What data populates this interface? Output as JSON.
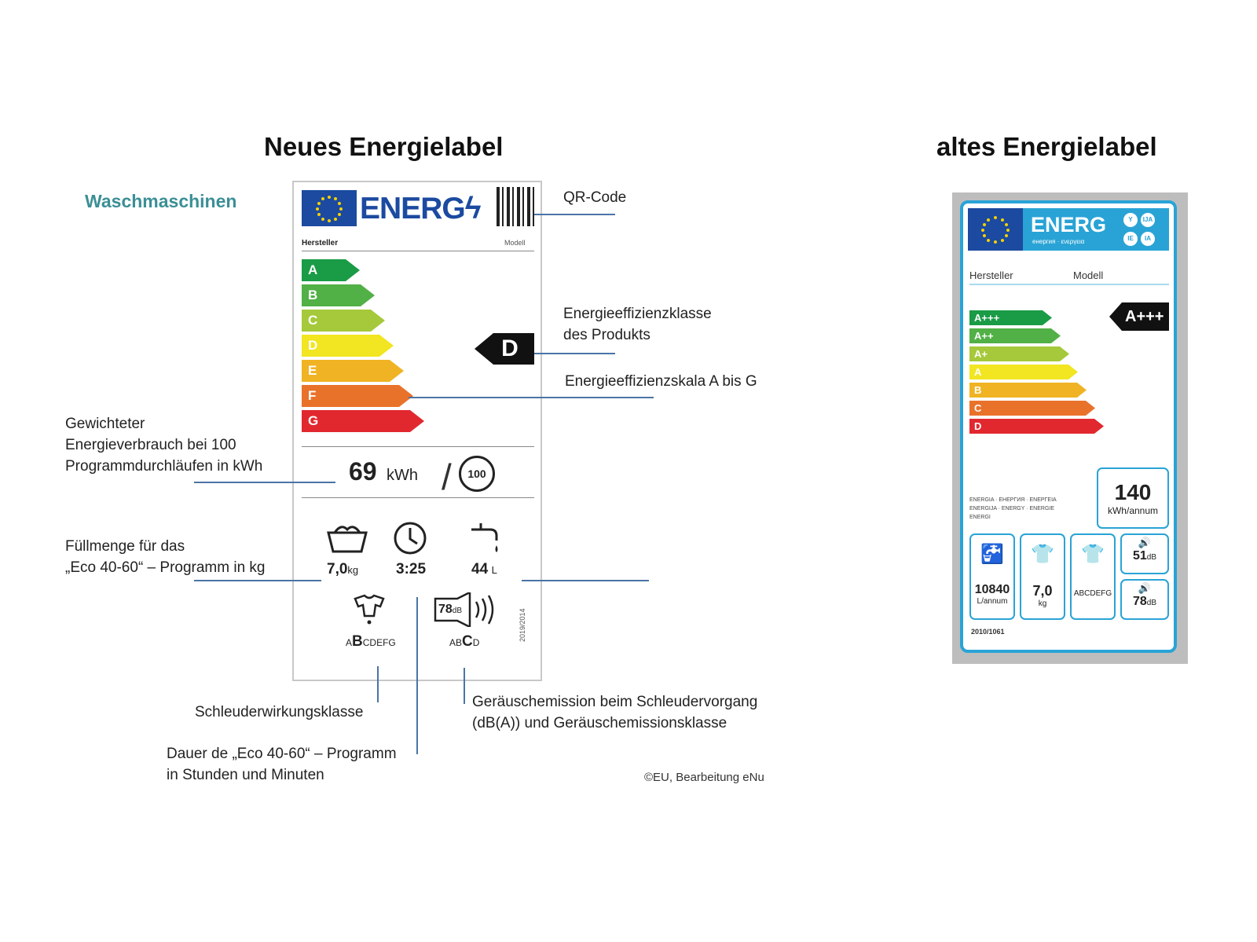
{
  "headings": {
    "new_label": "Neues Energielabel",
    "old_label": "altes Energielabel",
    "category": "Waschmaschinen"
  },
  "annotations": {
    "qr_code": "QR-Code",
    "efficiency_class_line1": "Energieeffizienzklasse",
    "efficiency_class_line2": "des Produkts",
    "efficiency_scale": "Energieeffizienzskala A bis G",
    "weighted_energy_line1": "Gewichteter",
    "weighted_energy_line2": "Energieverbrauch bei 100",
    "weighted_energy_line3": "Programmdurchläufen in kWh",
    "capacity_line1": "Füllmenge für das",
    "capacity_line2": "„Eco 40-60“ – Programm in kg",
    "spin_class": "Schleuderwirkungsklasse",
    "duration_line1": "Dauer de „Eco 40-60“ – Programm",
    "duration_line2": "in Stunden und Minuten",
    "noise_line1": "Geräuschemission beim Schleudervorgang",
    "noise_line2": "(dB(A)) und Geräuschemissionsklasse",
    "credit": "©EU, Bearbeitung eNu"
  },
  "new_label": {
    "energy_word": "ENERG",
    "manufacturer": "Hersteller",
    "model": "Modell",
    "scale": [
      {
        "letter": "A",
        "color": "#1a9b46"
      },
      {
        "letter": "B",
        "color": "#51b046"
      },
      {
        "letter": "C",
        "color": "#a5c93a"
      },
      {
        "letter": "D",
        "color": "#f2e521"
      },
      {
        "letter": "E",
        "color": "#f0b323"
      },
      {
        "letter": "F",
        "color": "#e9722b"
      },
      {
        "letter": "G",
        "color": "#e2282f"
      }
    ],
    "product_class": "D",
    "energy_value": "69",
    "energy_unit": "kWh",
    "cycles": "100",
    "capacity_value": "7,0",
    "capacity_unit": "kg",
    "duration": "3:25",
    "water_value": "44",
    "water_unit": "L",
    "spin_scale_pre": "A",
    "spin_scale_active": "B",
    "spin_scale_post": "CDEFG",
    "noise_value": "78",
    "noise_unit": "dB",
    "noise_scale_pre": "AB",
    "noise_scale_active": "C",
    "noise_scale_post": "D",
    "regulation": "2019/2014"
  },
  "old_label": {
    "energy_word": "ENERG",
    "energy_sub": "енергия · ενεργεια",
    "lang_badges": [
      "Y",
      "IJA",
      "IE",
      "IA"
    ],
    "manufacturer": "Hersteller",
    "model": "Modell",
    "scale": [
      {
        "letter": "A+++",
        "color": "#1a9b46"
      },
      {
        "letter": "A++",
        "color": "#51b046"
      },
      {
        "letter": "A+",
        "color": "#a5c93a"
      },
      {
        "letter": "A",
        "color": "#f2e521"
      },
      {
        "letter": "B",
        "color": "#f0b323"
      },
      {
        "letter": "C",
        "color": "#e9722b"
      },
      {
        "letter": "D",
        "color": "#e2282f"
      }
    ],
    "product_class": "A+++",
    "energy_words_line1": "ENERGIA · ЕНЕРГИЯ · ΕΝΕΡΓΕΙΑ",
    "energy_words_line2": "ENERGIJA · ENERGY · ENERGIE",
    "energy_words_line3": "ENERGI",
    "energy_value": "140",
    "energy_unit": "kWh/annum",
    "water_value": "10840",
    "water_unit": "L/annum",
    "capacity_value": "7,0",
    "capacity_unit": "kg",
    "spin_scale": "ABCDEFG",
    "noise_wash_value": "51",
    "noise_spin_value": "78",
    "noise_unit": "dB",
    "regulation": "2010/1061"
  }
}
